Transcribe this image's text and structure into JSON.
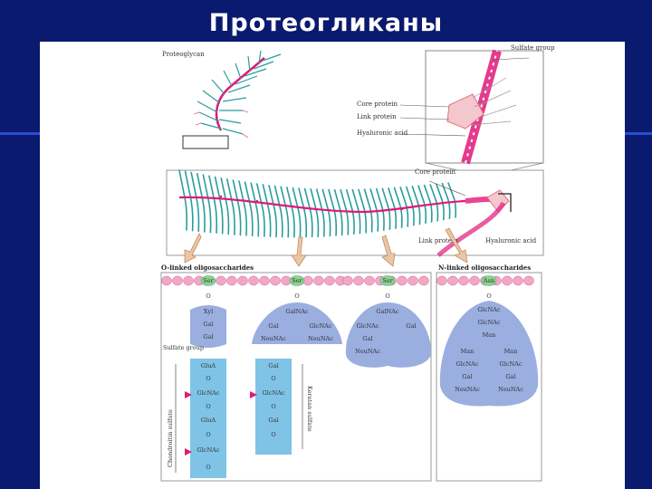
{
  "slide": {
    "title": "Протеогликаны"
  },
  "top": {
    "proteoglycan": "Proteoglycan",
    "sulfate_group": "Sulfate group",
    "core_protein": "Core protein",
    "link_protein": "Link protein",
    "hyaluronic_acid": "Hyaluronic acid"
  },
  "middle": {
    "core_protein": "Core protein",
    "link_protein": "Link protein",
    "hyaluronic_acid": "Hyaluronic acid"
  },
  "bottom": {
    "o_linked": "O-linked oligosaccharides",
    "n_linked": "N-linked oligosaccharides",
    "col1": {
      "aa": "Ser",
      "sugars": [
        "Xyl",
        "Gal",
        "Gal"
      ],
      "chain": [
        "GluA",
        "GlcNAc",
        "GluA",
        "GlcNAc"
      ],
      "sulfate": "Sulfate group",
      "side": "Chondroitin sulfate"
    },
    "col2": {
      "aa": "Ser",
      "top": "GalNAc",
      "left": [
        "Gal",
        "NeuNAc"
      ],
      "right": [
        "GlcNAc",
        "NeuNAc"
      ],
      "chain": [
        "Gal",
        "GlcNAc",
        "Gal"
      ],
      "side": "Keratan sulfate"
    },
    "col3": {
      "aa": "Ser",
      "top": "GalNAc",
      "left": [
        "GlcNAc",
        "Gal",
        "NeuNAc"
      ],
      "right": [
        "Gal"
      ]
    },
    "col4": {
      "aa": "Asn",
      "stem": [
        "GlcNAc",
        "GlcNAc",
        "Man"
      ],
      "left": [
        "Man",
        "GlcNAc",
        "Gal",
        "NeuNAc"
      ],
      "right": [
        "Man",
        "GlcNAc",
        "Gal",
        "NeuNAc"
      ]
    },
    "linker": "O"
  },
  "colors": {
    "background": "#0a1a6e",
    "core_protein": "#e0197a",
    "gag_chain": "#2a9d9d",
    "blob": "#9aaee0",
    "chain_box": "#7fc4e6",
    "amino_acid": "#8cd48c"
  }
}
